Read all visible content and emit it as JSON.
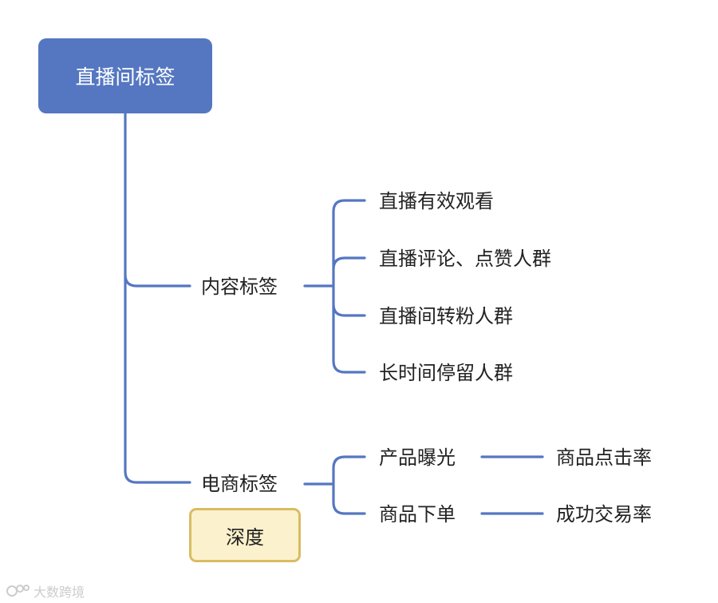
{
  "root": {
    "label": "直播间标签"
  },
  "branches": [
    {
      "label": "内容标签",
      "children": [
        {
          "label": "直播有效观看"
        },
        {
          "label": "直播评论、点赞人群"
        },
        {
          "label": "直播间转粉人群"
        },
        {
          "label": "长时间停留人群"
        }
      ]
    },
    {
      "label": "电商标签",
      "badge": "深度",
      "children": [
        {
          "label": "产品曝光",
          "result": "商品点击率"
        },
        {
          "label": "商品下单",
          "result": "成功交易率"
        }
      ]
    }
  ],
  "colors": {
    "accent": "#5577C1",
    "badge_fill": "#FBF1CC",
    "badge_border": "#D9BC62"
  },
  "watermark": {
    "text": "大数跨境",
    "icon": "logo-icon"
  }
}
